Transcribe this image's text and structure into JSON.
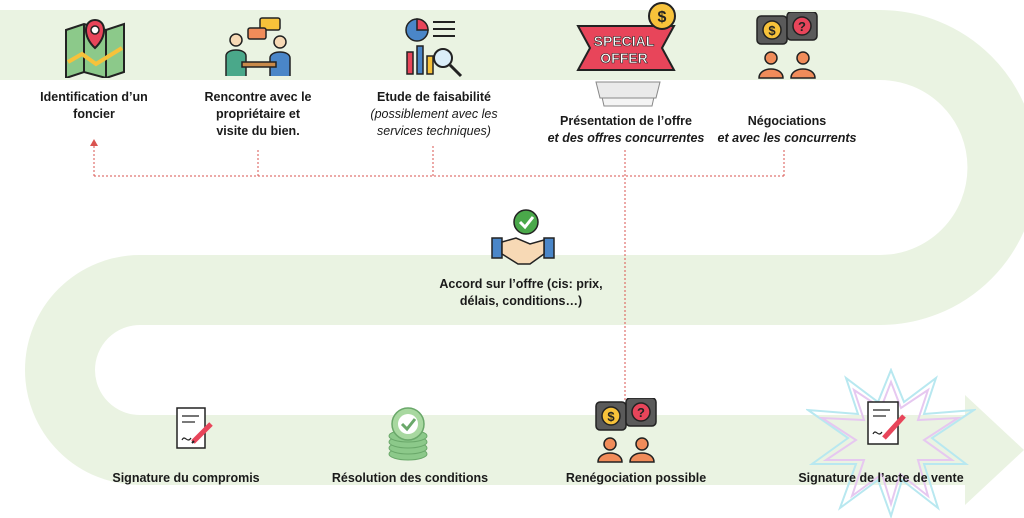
{
  "steps": {
    "identification": {
      "line1": "Identification d’un",
      "line2": "foncier"
    },
    "rencontre": {
      "line1": "Rencontre avec le",
      "line2": "propriétaire et",
      "line3": "visite du bien."
    },
    "etude": {
      "line1": "Etude de faisabilité",
      "line2": "(possiblement avec les",
      "line3": "services techniques)"
    },
    "presentation": {
      "line1": "Présentation de l’offre",
      "line2": "et des offres concurrentes"
    },
    "negociations": {
      "line1": "Négociations",
      "line2": "et avec les concurrents"
    },
    "accord": {
      "line1": "Accord sur l’offre (cis: prix,",
      "line2": "délais, conditions…)"
    },
    "compromis": {
      "line1": "Signature du compromis"
    },
    "resolution": {
      "line1": "Résolution des conditions"
    },
    "renegociation": {
      "line1": "Renégociation possible"
    },
    "acte": {
      "line1": "Signature de l’acte de vente"
    }
  },
  "badges": {
    "special": "SPECIAL",
    "offer": "OFFER",
    "dollar": "$",
    "question": "?"
  },
  "colors": {
    "track": "#eaf3e2",
    "connector": "#d9534f",
    "accent_red": "#e8455a",
    "accent_orange": "#f08c5a",
    "accent_green": "#8cc98a",
    "accent_yellow": "#f7c23a",
    "accent_blue": "#4a86c8"
  }
}
